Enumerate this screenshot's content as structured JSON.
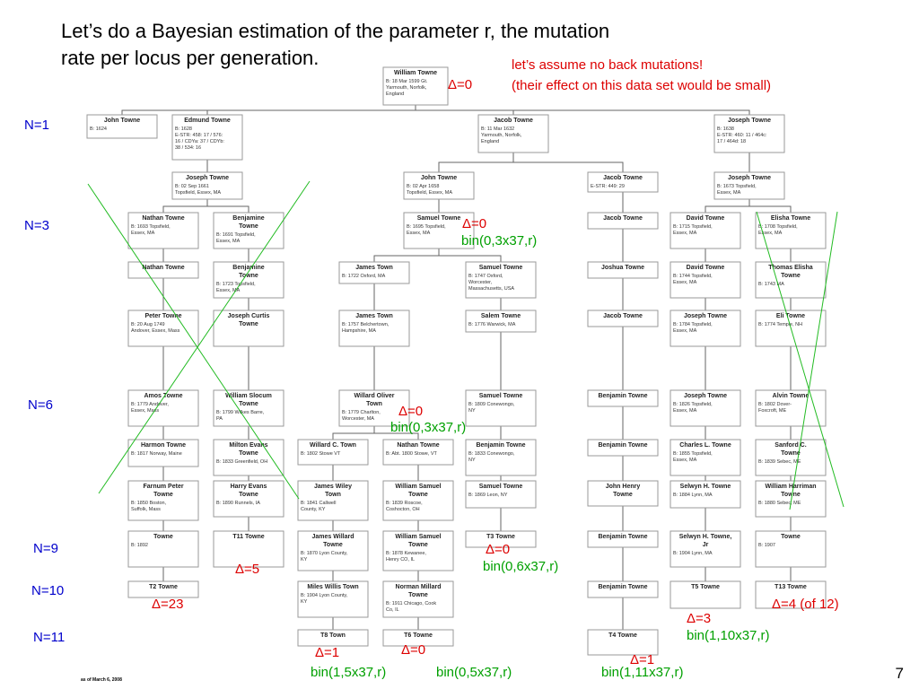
{
  "title": {
    "line1": "Let’s do a Bayesian estimation of the parameter r, the mutation",
    "line2": "rate per locus per generation."
  },
  "note": {
    "line1": "let’s assume no back mutations!",
    "line2": "(their effect on this data set would be small)"
  },
  "generations": [
    {
      "label": "N=1"
    },
    {
      "label": "N=3"
    },
    {
      "label": "N=6"
    },
    {
      "label": "N=9"
    },
    {
      "label": "N=10"
    },
    {
      "label": "N=11"
    }
  ],
  "page_number": "7",
  "footer": "as of March 6, 2008",
  "colors": {
    "annotation_red": "#dd0000",
    "annotation_green": "#00a000",
    "gen_label": "#0000cc",
    "box_border": "#9a9a9a",
    "line": "#666666",
    "cross": "#22bb22"
  },
  "annotations": [
    {
      "text": "Δ=0",
      "color": "red"
    },
    {
      "text": "Δ=0",
      "color": "red"
    },
    {
      "text": "bin(0,3x37,r)",
      "color": "green"
    },
    {
      "text": "Δ=0",
      "color": "red"
    },
    {
      "text": "bin(0,3x37,r)",
      "color": "green"
    },
    {
      "text": "Δ=5",
      "color": "red"
    },
    {
      "text": "Δ=0",
      "color": "red"
    },
    {
      "text": "bin(0,6x37,r)",
      "color": "green"
    },
    {
      "text": "Δ=23",
      "color": "red"
    },
    {
      "text": "Δ=4 (of 12)",
      "color": "red"
    },
    {
      "text": "Δ=3",
      "color": "red"
    },
    {
      "text": "bin(1,10x37,r)",
      "color": "green"
    },
    {
      "text": "Δ=1",
      "color": "red"
    },
    {
      "text": "Δ=0",
      "color": "red"
    },
    {
      "text": "Δ=1",
      "color": "red"
    },
    {
      "text": "bin(1,5x37,r)",
      "color": "green"
    },
    {
      "text": "bin(0,5x37,r)",
      "color": "green"
    },
    {
      "text": "bin(1,11x37,r)",
      "color": "green"
    }
  ],
  "people": [
    {
      "id": "william",
      "name": [
        "William Towne"
      ],
      "info": [
        "B: 18 Mar 1599 Gt.",
        "Yarmouth, Norfolk,",
        "England"
      ]
    },
    {
      "id": "john_1624",
      "name": [
        "John Towne"
      ],
      "info": [
        "B: 1624"
      ]
    },
    {
      "id": "edmund",
      "name": [
        "Edmund Towne"
      ],
      "info": [
        "B: 1628",
        "E-STR: 458: 17 / 576:",
        "16 / CDYa: 37 / CDYb:",
        "38 / 534: 16"
      ]
    },
    {
      "id": "jacob_1632",
      "name": [
        "Jacob Towne"
      ],
      "info": [
        "B: 11 Mar 1632",
        "Yarmouth, Norfolk,",
        "England"
      ]
    },
    {
      "id": "joseph_1638",
      "name": [
        "Joseph Towne"
      ],
      "info": [
        "B: 1638",
        "E-STR: 460: 11 / 464c:",
        "17 / 464d: 18"
      ]
    },
    {
      "id": "joseph_1661",
      "name": [
        "Joseph Towne"
      ],
      "info": [
        "B: 02 Sep 1661",
        "Topsfield, Essex, MA"
      ]
    },
    {
      "id": "john_1658",
      "name": [
        "John Towne"
      ],
      "info": [
        "B: 02 Apr 1658",
        "Topsfield, Essex, MA"
      ]
    },
    {
      "id": "jacob_estr",
      "name": [
        "Jacob Towne"
      ],
      "info": [
        "E-STR: 449: 29"
      ]
    },
    {
      "id": "joseph_1673",
      "name": [
        "Joseph Towne"
      ],
      "info": [
        "B: 1673 Topsfield,",
        "Essex, MA"
      ]
    },
    {
      "id": "nathan_1693",
      "name": [
        "Nathan Towne"
      ],
      "info": [
        "B: 1693 Topsfield,",
        "Essex, MA"
      ]
    },
    {
      "id": "benjamin_1691",
      "name": [
        "Benjamine",
        "Towne"
      ],
      "info": [
        "B: 1691 Topsfield,",
        "Essex, MA"
      ]
    },
    {
      "id": "samuel_1695",
      "name": [
        "Samuel Towne"
      ],
      "info": [
        "B: 1695 Topsfield,",
        "Essex, MA"
      ]
    },
    {
      "id": "jacob_g3",
      "name": [
        "Jacob Towne"
      ],
      "info": []
    },
    {
      "id": "david_1715",
      "name": [
        "David Towne"
      ],
      "info": [
        "B: 1715 Topsfield,",
        "Essex, MA"
      ]
    },
    {
      "id": "elisha_1708",
      "name": [
        "Elisha Towne"
      ],
      "info": [
        "B: 1708 Topsfield,",
        "Essex, MA"
      ]
    },
    {
      "id": "nathan_g4",
      "name": [
        "Nathan Towne"
      ],
      "info": []
    },
    {
      "id": "benjamin_1723",
      "name": [
        "Benjamine",
        "Towne"
      ],
      "info": [
        "B: 1723 Topsfield,",
        "Essex, MA"
      ]
    },
    {
      "id": "james_1722",
      "name": [
        "James Town"
      ],
      "info": [
        "B: 1722 Oxford, MA"
      ]
    },
    {
      "id": "samuel_1747",
      "name": [
        "Samuel Towne"
      ],
      "info": [
        "B: 1747 Oxford,",
        "Worcester,",
        "Massachusetts, USA"
      ]
    },
    {
      "id": "joshua",
      "name": [
        "Joshua Towne"
      ],
      "info": []
    },
    {
      "id": "david_1744",
      "name": [
        "David Towne"
      ],
      "info": [
        "B: 1744 Topsfield,",
        "Essex, MA"
      ]
    },
    {
      "id": "thomas_elisha",
      "name": [
        "Thomas Elisha",
        "Towne"
      ],
      "info": [
        "B: 1743 MA"
      ]
    },
    {
      "id": "peter_1749",
      "name": [
        "Peter Towne"
      ],
      "info": [
        "B: 20 Aug 1749",
        "Andover, Essex, Mass"
      ]
    },
    {
      "id": "joseph_curtis",
      "name": [
        "Joseph Curtis",
        "Towne"
      ],
      "info": []
    },
    {
      "id": "james_1757",
      "name": [
        "James Town"
      ],
      "info": [
        "B: 1757 Belchertown,",
        "Hampshire, MA"
      ]
    },
    {
      "id": "salem_1776",
      "name": [
        "Salem Towne"
      ],
      "info": [
        "B: 1776 Warwick, MA"
      ]
    },
    {
      "id": "jacob_g5",
      "name": [
        "Jacob Towne"
      ],
      "info": []
    },
    {
      "id": "joseph_1784",
      "name": [
        "Joseph Towne"
      ],
      "info": [
        "B: 1784 Topsfield,",
        "Essex, MA"
      ]
    },
    {
      "id": "eli_1774",
      "name": [
        "Eli Towne"
      ],
      "info": [
        "B: 1774 Temple, NH"
      ]
    },
    {
      "id": "amos_1779",
      "name": [
        "Amos Towne"
      ],
      "info": [
        "B: 1779 Andover,",
        "Essex, Mass"
      ]
    },
    {
      "id": "william_slocum",
      "name": [
        "William Slocum",
        "Towne"
      ],
      "info": [
        "B: 1799 Wilkes Barre,",
        "PA"
      ]
    },
    {
      "id": "willard_oliver",
      "name": [
        "Willard Oliver",
        "Town"
      ],
      "info": [
        "B: 1779 Charlton,",
        "Worcester, MA"
      ]
    },
    {
      "id": "samuel_1809",
      "name": [
        "Samuel Towne"
      ],
      "info": [
        "B: 1809 Conewongo,",
        "NY"
      ]
    },
    {
      "id": "benjamin_g6a",
      "name": [
        "Benjamin Towne"
      ],
      "info": []
    },
    {
      "id": "joseph_1826",
      "name": [
        "Joseph Towne"
      ],
      "info": [
        "B: 1826 Topsfield,",
        "Essex, MA"
      ]
    },
    {
      "id": "alvin_1802",
      "name": [
        "Alvin Towne"
      ],
      "info": [
        "B: 1802 Dover-",
        "Foxcroft, ME"
      ]
    },
    {
      "id": "harmon_1817",
      "name": [
        "Harmon Towne"
      ],
      "info": [
        "B: 1817 Norway, Maine"
      ]
    },
    {
      "id": "milton_evans",
      "name": [
        "Milton Evans",
        "Towne"
      ],
      "info": [
        "B: 1833 Greenfield, OH"
      ]
    },
    {
      "id": "willard_c",
      "name": [
        "Willard C. Town"
      ],
      "info": [
        "B: 1802 Stowe VT"
      ]
    },
    {
      "id": "nathan_1800",
      "name": [
        "Nathan Towne"
      ],
      "info": [
        "B: Abt. 1800 Stowe, VT"
      ]
    },
    {
      "id": "benjamin_1833",
      "name": [
        "Benjamin Towne"
      ],
      "info": [
        "B: 1833 Conewongo,",
        "NY"
      ]
    },
    {
      "id": "benjamin_g7a",
      "name": [
        "Benjamin Towne"
      ],
      "info": []
    },
    {
      "id": "charles_l",
      "name": [
        "Charles L. Towne"
      ],
      "info": [
        "B: 1855 Topsfield,",
        "Essex, MA"
      ]
    },
    {
      "id": "sanford_c",
      "name": [
        "Sanford C.",
        "Towne"
      ],
      "info": [
        "B: 1839 Sebec, ME"
      ]
    },
    {
      "id": "farnum_peter",
      "name": [
        "Farnum Peter",
        "Towne"
      ],
      "info": [
        "B: 1850 Boston,",
        "Suffolk, Mass"
      ]
    },
    {
      "id": "harry_evans",
      "name": [
        "Harry Evans",
        "Towne"
      ],
      "info": [
        "B: 1890 Runnels, IA"
      ]
    },
    {
      "id": "james_wiley",
      "name": [
        "James Wiley",
        "Town"
      ],
      "info": [
        "B: 1841 Callwell",
        "County, KY"
      ]
    },
    {
      "id": "william_samuel_1839",
      "name": [
        "William Samuel",
        "Towne"
      ],
      "info": [
        "B: 1839 Roscoe,",
        "Coshocton, OH"
      ]
    },
    {
      "id": "samuel_1869",
      "name": [
        "Samuel Towne"
      ],
      "info": [
        "B: 1869 Leon, NY"
      ]
    },
    {
      "id": "john_henry",
      "name": [
        "John Henry",
        "Towne"
      ],
      "info": []
    },
    {
      "id": "selwyn_1884",
      "name": [
        "Selwyn H. Towne"
      ],
      "info": [
        "B: 1884 Lynn, MA"
      ]
    },
    {
      "id": "william_harriman",
      "name": [
        "William Harriman",
        "Towne"
      ],
      "info": [
        "B: 1880 Sebec, ME"
      ]
    },
    {
      "id": "towne_1892",
      "name": [
        "Towne"
      ],
      "info": [
        "B: 1892"
      ]
    },
    {
      "id": "t11",
      "name": [
        "T11 Towne"
      ],
      "info": []
    },
    {
      "id": "james_willard",
      "name": [
        "James Willard",
        "Towne"
      ],
      "info": [
        "B: 1870 Lyon County,",
        "KY"
      ]
    },
    {
      "id": "william_samuel_1878",
      "name": [
        "William Samuel",
        "Towne"
      ],
      "info": [
        "B: 1878 Kewanee,",
        "Henry CO, IL"
      ]
    },
    {
      "id": "t3",
      "name": [
        "T3 Towne"
      ],
      "info": []
    },
    {
      "id": "benjamin_g9",
      "name": [
        "Benjamin Towne"
      ],
      "info": []
    },
    {
      "id": "selwyn_jr",
      "name": [
        "Selwyn H. Towne,",
        "Jr"
      ],
      "info": [
        "B: 1904 Lynn, MA"
      ]
    },
    {
      "id": "towne_1907",
      "name": [
        "Towne"
      ],
      "info": [
        "B: 1907"
      ]
    },
    {
      "id": "t2",
      "name": [
        "T2 Towne"
      ],
      "info": []
    },
    {
      "id": "miles_willis",
      "name": [
        "Miles Willis Town"
      ],
      "info": [
        "B: 1904 Lyon County,",
        "KY"
      ]
    },
    {
      "id": "norman_millard",
      "name": [
        "Norman Millard",
        "Towne"
      ],
      "info": [
        "B: 1911 Chicago, Cook",
        "Co, IL"
      ]
    },
    {
      "id": "benjamin_g10",
      "name": [
        "Benjamin Towne"
      ],
      "info": []
    },
    {
      "id": "t5",
      "name": [
        "T5 Towne"
      ],
      "info": []
    },
    {
      "id": "t13",
      "name": [
        "T13 Towne"
      ],
      "info": []
    },
    {
      "id": "t8",
      "name": [
        "T8 Town"
      ],
      "info": []
    },
    {
      "id": "t6",
      "name": [
        "T6 Towne"
      ],
      "info": []
    },
    {
      "id": "t4",
      "name": [
        "T4 Towne"
      ],
      "info": []
    }
  ],
  "edges": [
    [
      "william",
      "john_1624"
    ],
    [
      "william",
      "edmund"
    ],
    [
      "william",
      "jacob_1632"
    ],
    [
      "william",
      "joseph_1638"
    ],
    [
      "edmund",
      "joseph_1661"
    ],
    [
      "joseph_1661",
      "nathan_1693"
    ],
    [
      "joseph_1661",
      "benjamin_1691"
    ],
    [
      "jacob_1632",
      "john_1658"
    ],
    [
      "jacob_1632",
      "jacob_estr"
    ],
    [
      "john_1658",
      "samuel_1695"
    ],
    [
      "jacob_estr",
      "jacob_g3"
    ],
    [
      "joseph_1638",
      "joseph_1673"
    ],
    [
      "joseph_1673",
      "david_1715"
    ],
    [
      "joseph_1673",
      "elisha_1708"
    ],
    [
      "nathan_1693",
      "nathan_g4"
    ],
    [
      "benjamin_1691",
      "benjamin_1723"
    ],
    [
      "samuel_1695",
      "james_1722"
    ],
    [
      "samuel_1695",
      "samuel_1747"
    ],
    [
      "jacob_g3",
      "joshua"
    ],
    [
      "david_1715",
      "david_1744"
    ],
    [
      "elisha_1708",
      "thomas_elisha"
    ],
    [
      "nathan_g4",
      "peter_1749"
    ],
    [
      "benjamin_1723",
      "joseph_curtis"
    ],
    [
      "james_1722",
      "james_1757"
    ],
    [
      "samuel_1747",
      "salem_1776"
    ],
    [
      "joshua",
      "jacob_g5"
    ],
    [
      "david_1744",
      "joseph_1784"
    ],
    [
      "thomas_elisha",
      "eli_1774"
    ],
    [
      "peter_1749",
      "amos_1779"
    ],
    [
      "joseph_curtis",
      "william_slocum"
    ],
    [
      "james_1757",
      "willard_oliver"
    ],
    [
      "salem_1776",
      "samuel_1809"
    ],
    [
      "jacob_g5",
      "benjamin_g6a"
    ],
    [
      "joseph_1784",
      "joseph_1826"
    ],
    [
      "eli_1774",
      "alvin_1802"
    ],
    [
      "amos_1779",
      "harmon_1817"
    ],
    [
      "william_slocum",
      "milton_evans"
    ],
    [
      "willard_oliver",
      "willard_c"
    ],
    [
      "willard_oliver",
      "nathan_1800"
    ],
    [
      "samuel_1809",
      "benjamin_1833"
    ],
    [
      "benjamin_g6a",
      "benjamin_g7a"
    ],
    [
      "joseph_1826",
      "charles_l"
    ],
    [
      "alvin_1802",
      "sanford_c"
    ],
    [
      "harmon_1817",
      "farnum_peter"
    ],
    [
      "milton_evans",
      "harry_evans"
    ],
    [
      "willard_c",
      "james_wiley"
    ],
    [
      "nathan_1800",
      "william_samuel_1839"
    ],
    [
      "benjamin_1833",
      "samuel_1869"
    ],
    [
      "benjamin_g7a",
      "john_henry"
    ],
    [
      "charles_l",
      "selwyn_1884"
    ],
    [
      "sanford_c",
      "william_harriman"
    ],
    [
      "farnum_peter",
      "towne_1892"
    ],
    [
      "harry_evans",
      "t11"
    ],
    [
      "james_wiley",
      "james_willard"
    ],
    [
      "william_samuel_1839",
      "william_samuel_1878"
    ],
    [
      "samuel_1869",
      "t3"
    ],
    [
      "john_henry",
      "benjamin_g9"
    ],
    [
      "selwyn_1884",
      "selwyn_jr"
    ],
    [
      "william_harriman",
      "towne_1907"
    ],
    [
      "towne_1892",
      "t2"
    ],
    [
      "james_willard",
      "miles_willis"
    ],
    [
      "william_samuel_1878",
      "norman_millard"
    ],
    [
      "benjamin_g9",
      "benjamin_g10"
    ],
    [
      "selwyn_jr",
      "t5"
    ],
    [
      "towne_1907",
      "t13"
    ],
    [
      "miles_willis",
      "t8"
    ],
    [
      "norman_millard",
      "t6"
    ],
    [
      "benjamin_g10",
      "t4"
    ]
  ]
}
